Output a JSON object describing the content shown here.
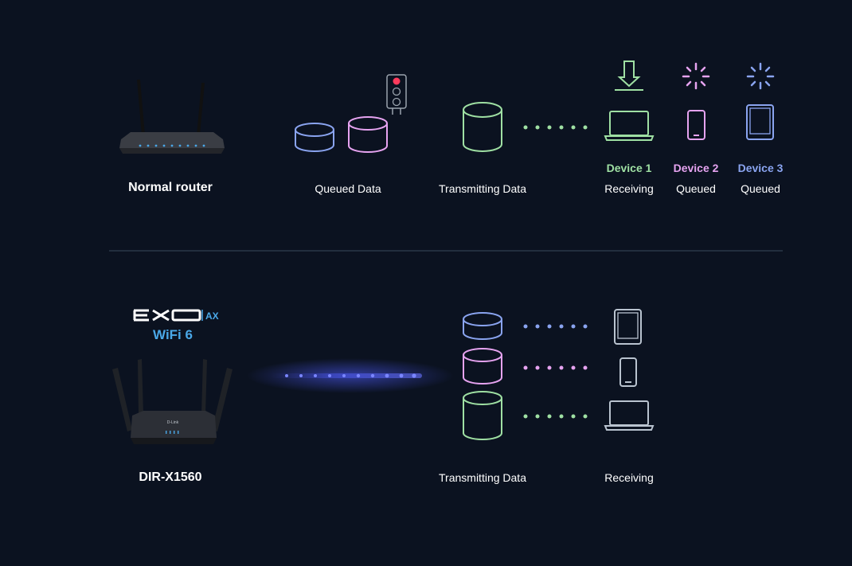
{
  "colors": {
    "background": "#0b1220",
    "blue": "#8aa4f0",
    "pink": "#e6a3f0",
    "green": "#9fe0a3",
    "red": "#ff3b5c",
    "divider": "#3a4a5c",
    "beam": "#4f5cff",
    "wifi6": "#4aa8e8"
  },
  "icons": {
    "router_normal": "wifi-router-icon",
    "router_exo": "wifi-router-icon",
    "queue": "database-cylinder-icon",
    "traffic_light": "traffic-light-icon",
    "download": "download-arrow-icon",
    "spinner": "loading-spinner-icon",
    "laptop": "laptop-icon",
    "phone": "smartphone-icon",
    "tablet": "tablet-icon"
  },
  "normal": {
    "router_label": "Normal router",
    "queued_label": "Queued Data",
    "transmitting_label": "Transmitting Data",
    "devices": [
      {
        "name": "Device 1",
        "status": "Receiving"
      },
      {
        "name": "Device 2",
        "status": "Queued"
      },
      {
        "name": "Device 3",
        "status": "Queued"
      }
    ]
  },
  "exo": {
    "brand": "EXO",
    "brand_suffix": "AX",
    "wifi_label": "WiFi 6",
    "router_label": "DIR-X1560",
    "transmitting_label": "Transmitting Data",
    "receiving_label": "Receiving"
  }
}
